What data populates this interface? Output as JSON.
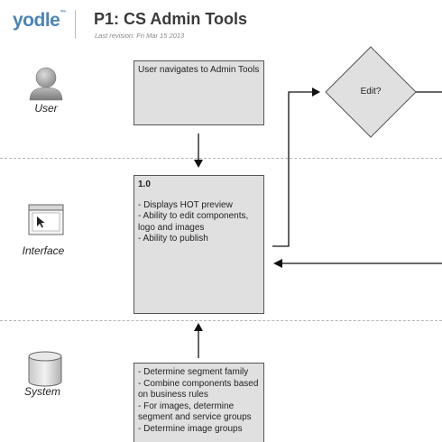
{
  "header": {
    "logo": "yodle",
    "logo_mark": "™",
    "title": "P1: CS Admin Tools",
    "revision": "Last revision: Fri Mar 15 2013"
  },
  "lanes": {
    "user": "User",
    "interface": "Interface",
    "system": "System"
  },
  "boxes": {
    "user_step": "User navigates to Admin Tools",
    "interface_step": {
      "number": "1.0",
      "items": [
        "- Displays HOT preview",
        "- Ability to edit components, logo and images",
        "- Ability to publish"
      ]
    },
    "system_step": {
      "items": [
        "- Determine segment family",
        "- Combine components based on business rules",
        "- For images, determine segment and service groups",
        "- Determine image groups"
      ]
    }
  },
  "decision": {
    "label": "Edit?"
  },
  "colors": {
    "logo": "#4a84b8",
    "box_fill": "#e0e0e0",
    "box_border": "#555555",
    "lane_divider": "#b5b5b5"
  }
}
